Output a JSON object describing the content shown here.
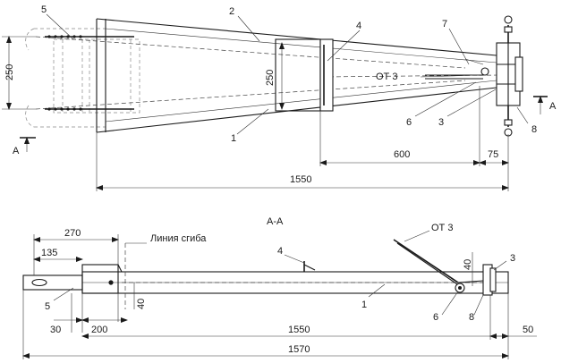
{
  "plan": {
    "labels": {
      "n5": "5",
      "n2": "2",
      "n4": "4",
      "n7": "7",
      "ot3": "ОТ 3",
      "n6": "6",
      "n3": "3",
      "n8": "8",
      "n1": "1"
    },
    "dims": {
      "d250_left": "250",
      "d250_inner": "250",
      "d600": "600",
      "d75": "75",
      "d1550": "1550"
    },
    "section_marks": {
      "left": "А",
      "right": "А"
    }
  },
  "section": {
    "title": "А-А",
    "bend_line": "Линия сгиба",
    "labels": {
      "n4": "4",
      "ot3": "ОТ 3",
      "n3": "3",
      "n5": "5",
      "n1": "1",
      "n6": "6",
      "n8": "8"
    },
    "dims": {
      "d270": "270",
      "d135": "135",
      "d30": "30",
      "d200": "200",
      "d40_left": "40",
      "d40_right": "40",
      "d1550": "1550",
      "d1570": "1570",
      "d50": "50"
    }
  }
}
